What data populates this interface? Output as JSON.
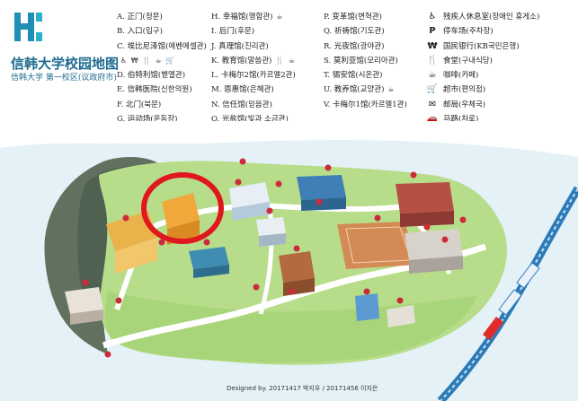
{
  "header": {
    "title": "信韩大学校园地图",
    "subtitle": "信韩大学 第一校区(议政府市)"
  },
  "legend": {
    "col1": [
      {
        "text": "A. 正门(정문)"
      },
      {
        "text": "B. 入口(입구)"
      },
      {
        "text": "C. 埃比尼泽馆(에벤에셀관)"
      },
      {
        "text": "",
        "icons": "♿ ₩ 🍴 ☕ 🛒"
      },
      {
        "text": "D. 伯特利馆(벧엘관)"
      },
      {
        "text": "E. 信韩医院(신한의원)"
      },
      {
        "text": "F. 北门(북문)"
      },
      {
        "text": "G. 运动场(운동장)"
      }
    ],
    "col2": [
      {
        "text": "H. 幸福馆(행함관)",
        "icons": "☕"
      },
      {
        "text": "I. 后门(후문)"
      },
      {
        "text": "J. 真理馆(진리관)"
      },
      {
        "text": "K. 教育馆(말씀관)",
        "icons": "🍴 ☕"
      },
      {
        "text": "L. 卡梅尔2馆(카르멜2관)"
      },
      {
        "text": "M. 恩惠馆(은혜관)"
      },
      {
        "text": "N. 信任馆(믿음관)"
      },
      {
        "text": "O. 光盐馆(빛과 소금관)"
      }
    ],
    "col3": [
      {
        "text": "P. 变革馆(변혁관)"
      },
      {
        "text": "Q. 祈祷馆(기도관)"
      },
      {
        "text": "R. 光夜馆(광야관)"
      },
      {
        "text": "S. 莫利亚馆(모리아관)"
      },
      {
        "text": "T. 锡安馆(시온관)"
      },
      {
        "text": "U. 教养馆(교양관)",
        "icons": "☕"
      },
      {
        "text": "V. 卡梅尔1馆(카르멜1관)"
      }
    ],
    "col4": [
      {
        "sym": "♿",
        "text": "残疾人休息室(장애인 휴게소)"
      },
      {
        "sym": "P",
        "text": "停车场(주차장)"
      },
      {
        "sym": "₩",
        "text": "国民银行(KB국민은행)"
      },
      {
        "sym": "🍴",
        "text": "食堂(구내식당)"
      },
      {
        "sym": "☕",
        "text": "咖啡(카페)"
      },
      {
        "sym": "🛒",
        "text": "超市(편의점)"
      },
      {
        "sym": "✉",
        "text": "邮局(우체국)"
      },
      {
        "sym": "🚗",
        "text": "马路(차로)"
      }
    ]
  },
  "credit": "Designed by. 20171417 박지우 / 20171456 이지은",
  "colors": {
    "brand": "#1f8fb5",
    "grass": "#b8dd8a",
    "water": "#daeef5",
    "road": "#ffffff",
    "rail": "#2d7ab8",
    "pin": "#cc2b3b",
    "highlight": "#e0171f",
    "hill": "#5f6f60"
  }
}
